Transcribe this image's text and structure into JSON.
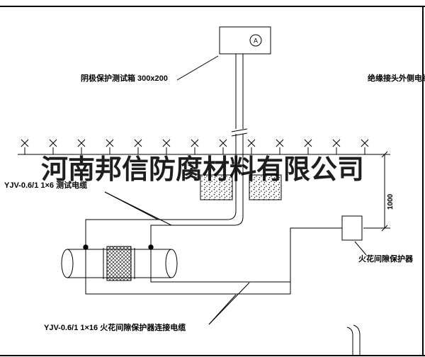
{
  "watermark": {
    "text": "河南邦信防腐材料有限公司"
  },
  "labels": {
    "test_box": "阴极保护测试箱 300x200",
    "outer_cable": "绝缘接头外侧电缆",
    "test_cable": "YJV-0.6/1 1×6  测试电缆",
    "dimension": "1000",
    "spark_gap_protector": "火花间隙保护器",
    "connection_cable": "YJV-0.6/1 1×16  火花间隙保护器连接电缆",
    "meter": "A"
  },
  "colors": {
    "line": "#000000",
    "background": "#ffffff",
    "text": "#000000"
  }
}
